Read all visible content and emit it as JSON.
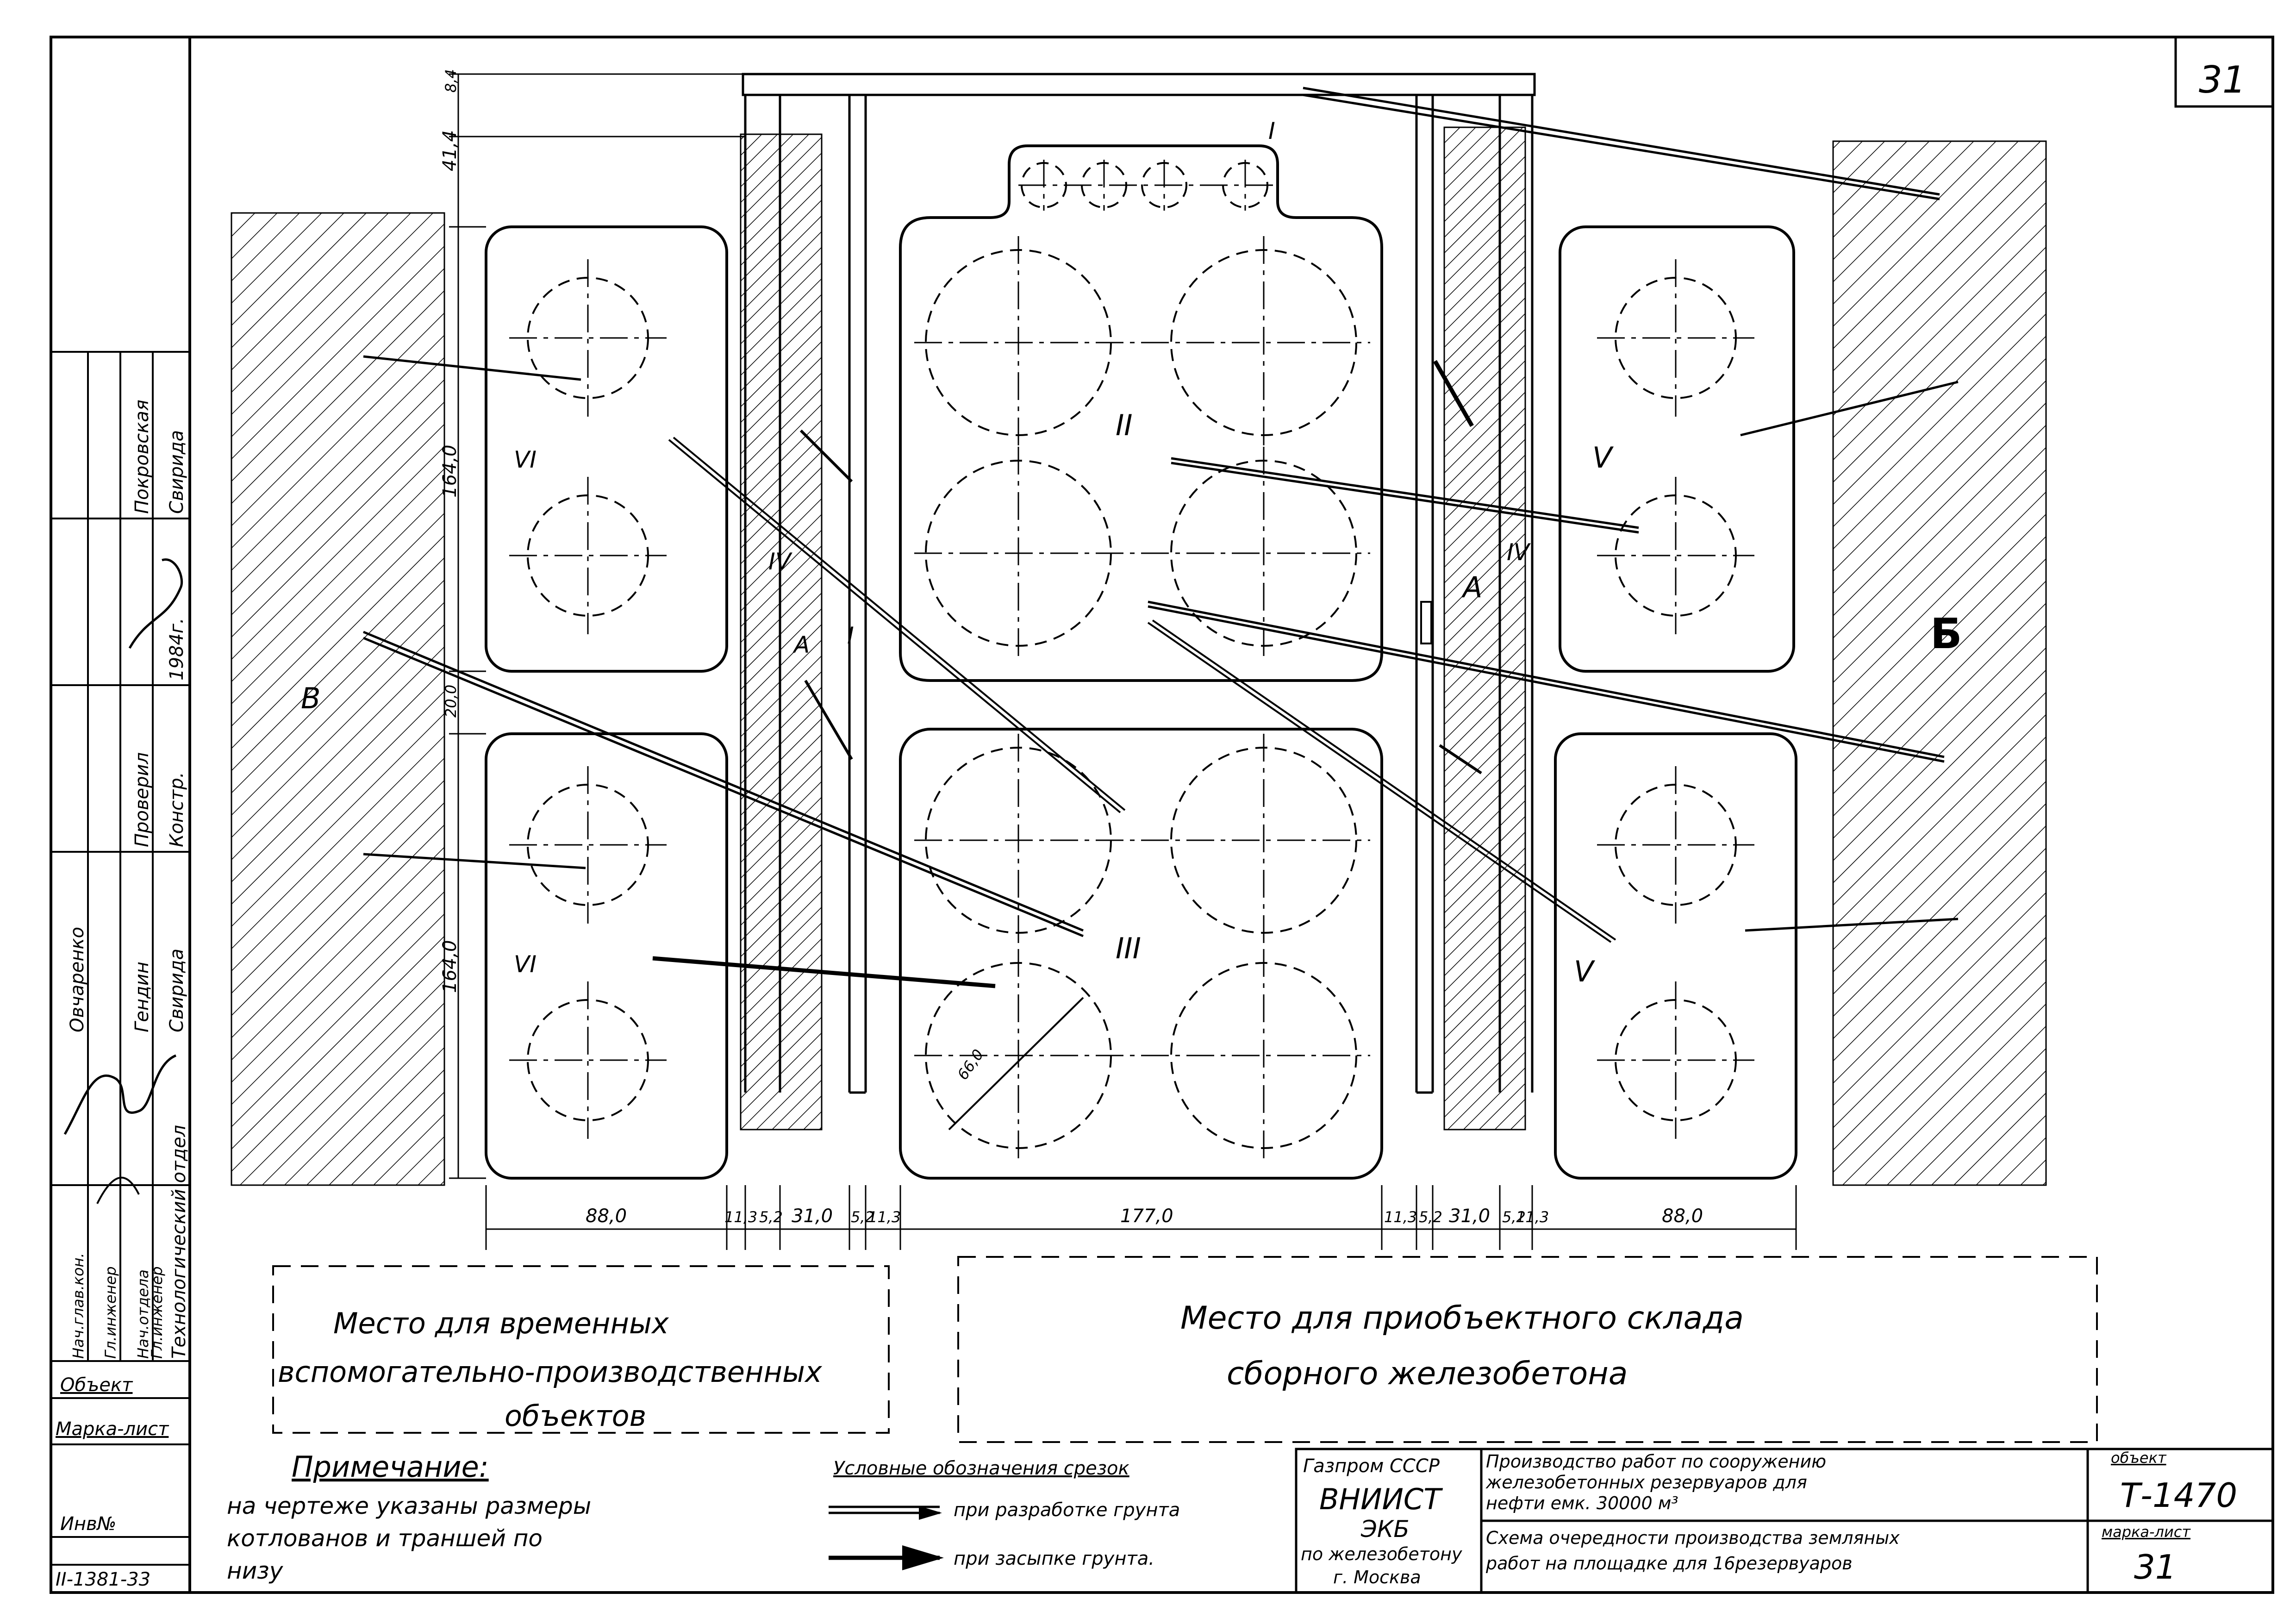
{
  "sheet_number": "31",
  "zones": {
    "zone_a": "А",
    "zone_b": "Б",
    "zone_v": "В"
  },
  "sections": {
    "s1": "I",
    "s2": "II",
    "s3": "III",
    "s4": "IV",
    "s5": "V",
    "s6": "VI"
  },
  "dimensions": {
    "d_top_small": "8,4",
    "d_top": "41,4",
    "d_pit_height_top": "164,0",
    "d_gap": "20,0",
    "d_pit_height_bottom": "164,0",
    "d_diameter": "66,0",
    "bottom": [
      "88,0",
      "11,3",
      "5,2",
      "31,0",
      "5,2",
      "11,3",
      "177,0",
      "11,3",
      "5,2",
      "31,0",
      "5,2",
      "11,3",
      "88,0"
    ]
  },
  "areas": {
    "temp_line1": "Место для временных",
    "temp_line2": "вспомогательно-производственных",
    "temp_line3": "объектов",
    "store_line1": "Место для приобъектного склада",
    "store_line2": "сборного железобетона"
  },
  "note": {
    "title": "Примечание:",
    "line1": "на чертеже указаны размеры",
    "line2": "котлованов и траншей по",
    "line3": "низу"
  },
  "legend": {
    "title": "Условные обозначения срезок",
    "item1": "при разработке грунта",
    "item2": "при засыпке грунта."
  },
  "org": {
    "line1": "Газпром СССР",
    "line2": "ВНИИСТ",
    "line3": "ЭКБ",
    "line4": "по железобетону",
    "line5": "г. Москва"
  },
  "title_block": {
    "work_title_1": "Производство работ по сооружению",
    "work_title_2": "железобетонных резервуаров для",
    "work_title_3": "нефти емк. 30000 м³",
    "sheet_title_1": "Схема очередности производства земляных",
    "sheet_title_2": "работ на площадке для 16резервуаров",
    "object_label": "объект",
    "object_value": "Т-1470",
    "mark_label": "марка-лист",
    "mark_value": "31"
  },
  "side_stamp": {
    "role1": "Нач.глав.кон.",
    "role2": "Гл.инженер",
    "role3": "Нач.отдела",
    "role4": "Гл.инженер",
    "role5": "Технологический отдел",
    "name_a": "Овчаренко",
    "name_b": "Гендин",
    "name_c": "Свирида",
    "checked": "Проверил",
    "constr": "Констр.",
    "year": "1984г.",
    "name_d": "Покровская",
    "name_e": "Свирида",
    "obj_label": "Объект",
    "mark_label": "Марка-лист",
    "inv_label": "Инв№",
    "inv_value": "II-1381-33"
  },
  "colors": {
    "ink": "#000000",
    "paper": "#ffffff"
  }
}
